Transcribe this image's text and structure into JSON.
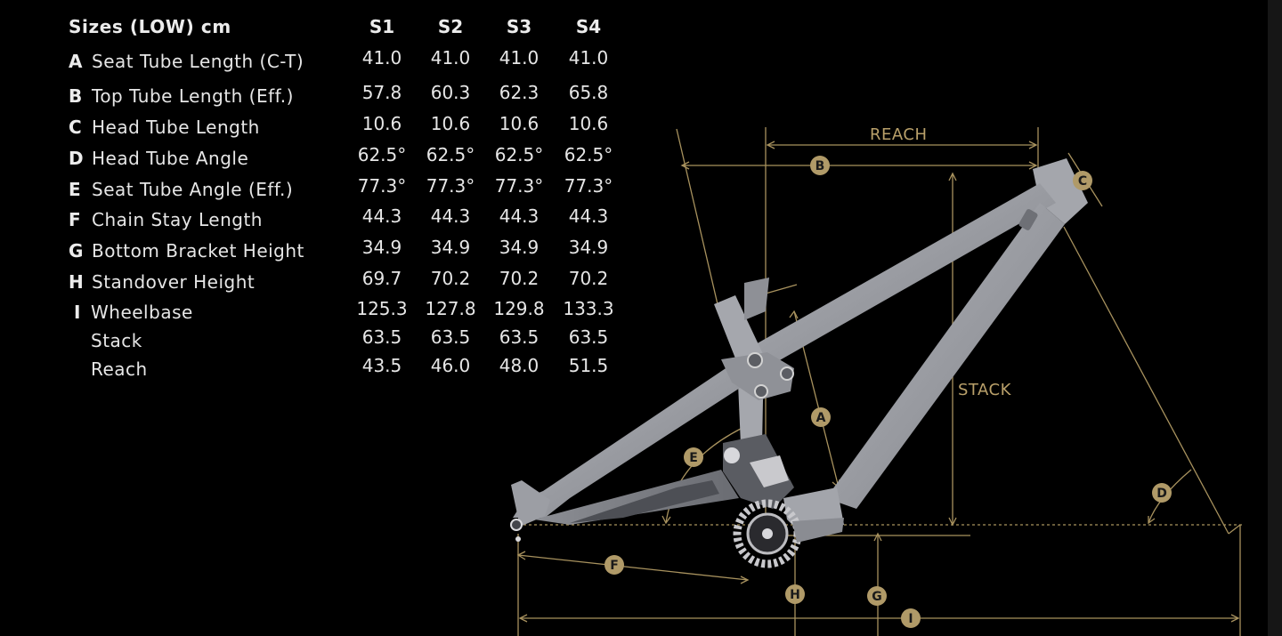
{
  "table": {
    "title": "Sizes (LOW) cm",
    "sizes": [
      "S1",
      "S2",
      "S3",
      "S4"
    ],
    "rows": [
      {
        "letter": "A",
        "name": "Seat Tube Length (C-T)",
        "values": [
          "41.0",
          "41.0",
          "41.0",
          "41.0"
        ]
      },
      {
        "letter": "B",
        "name": "Top Tube Length (Eff.)",
        "values": [
          "57.8",
          "60.3",
          "62.3",
          "65.8"
        ]
      },
      {
        "letter": "C",
        "name": "Head Tube Length",
        "values": [
          "10.6",
          "10.6",
          "10.6",
          "10.6"
        ]
      },
      {
        "letter": "D",
        "name": "Head Tube Angle",
        "values": [
          "62.5°",
          "62.5°",
          "62.5°",
          "62.5°"
        ]
      },
      {
        "letter": "E",
        "name": "Seat Tube Angle (Eff.)",
        "values": [
          "77.3°",
          "77.3°",
          "77.3°",
          "77.3°"
        ]
      },
      {
        "letter": "F",
        "name": "Chain Stay Length",
        "values": [
          "44.3",
          "44.3",
          "44.3",
          "44.3"
        ]
      },
      {
        "letter": "G",
        "name": "Bottom Bracket Height",
        "values": [
          "34.9",
          "34.9",
          "34.9",
          "34.9"
        ]
      },
      {
        "letter": "H",
        "name": "Standover Height",
        "values": [
          "69.7",
          "70.2",
          "70.2",
          "70.2"
        ]
      },
      {
        "letter": "I",
        "name": "Wheelbase",
        "values": [
          "125.3",
          "127.8",
          "129.8",
          "133.3"
        ]
      },
      {
        "letter": "",
        "name": "Stack",
        "values": [
          "63.5",
          "63.5",
          "63.5",
          "63.5"
        ]
      },
      {
        "letter": "",
        "name": "Reach",
        "values": [
          "43.5",
          "46.0",
          "48.0",
          "51.5"
        ]
      }
    ]
  },
  "diagram": {
    "labels": {
      "reach": "REACH",
      "stack": "STACK"
    },
    "badges": {
      "A": "A",
      "B": "B",
      "C": "C",
      "D": "D",
      "E": "E",
      "F": "F",
      "G": "G",
      "H": "H",
      "I": "I"
    },
    "colors": {
      "dimension": "#a8925e",
      "badge": "#b09a68",
      "frame": "#9a9ca3",
      "background": "#000000"
    }
  }
}
